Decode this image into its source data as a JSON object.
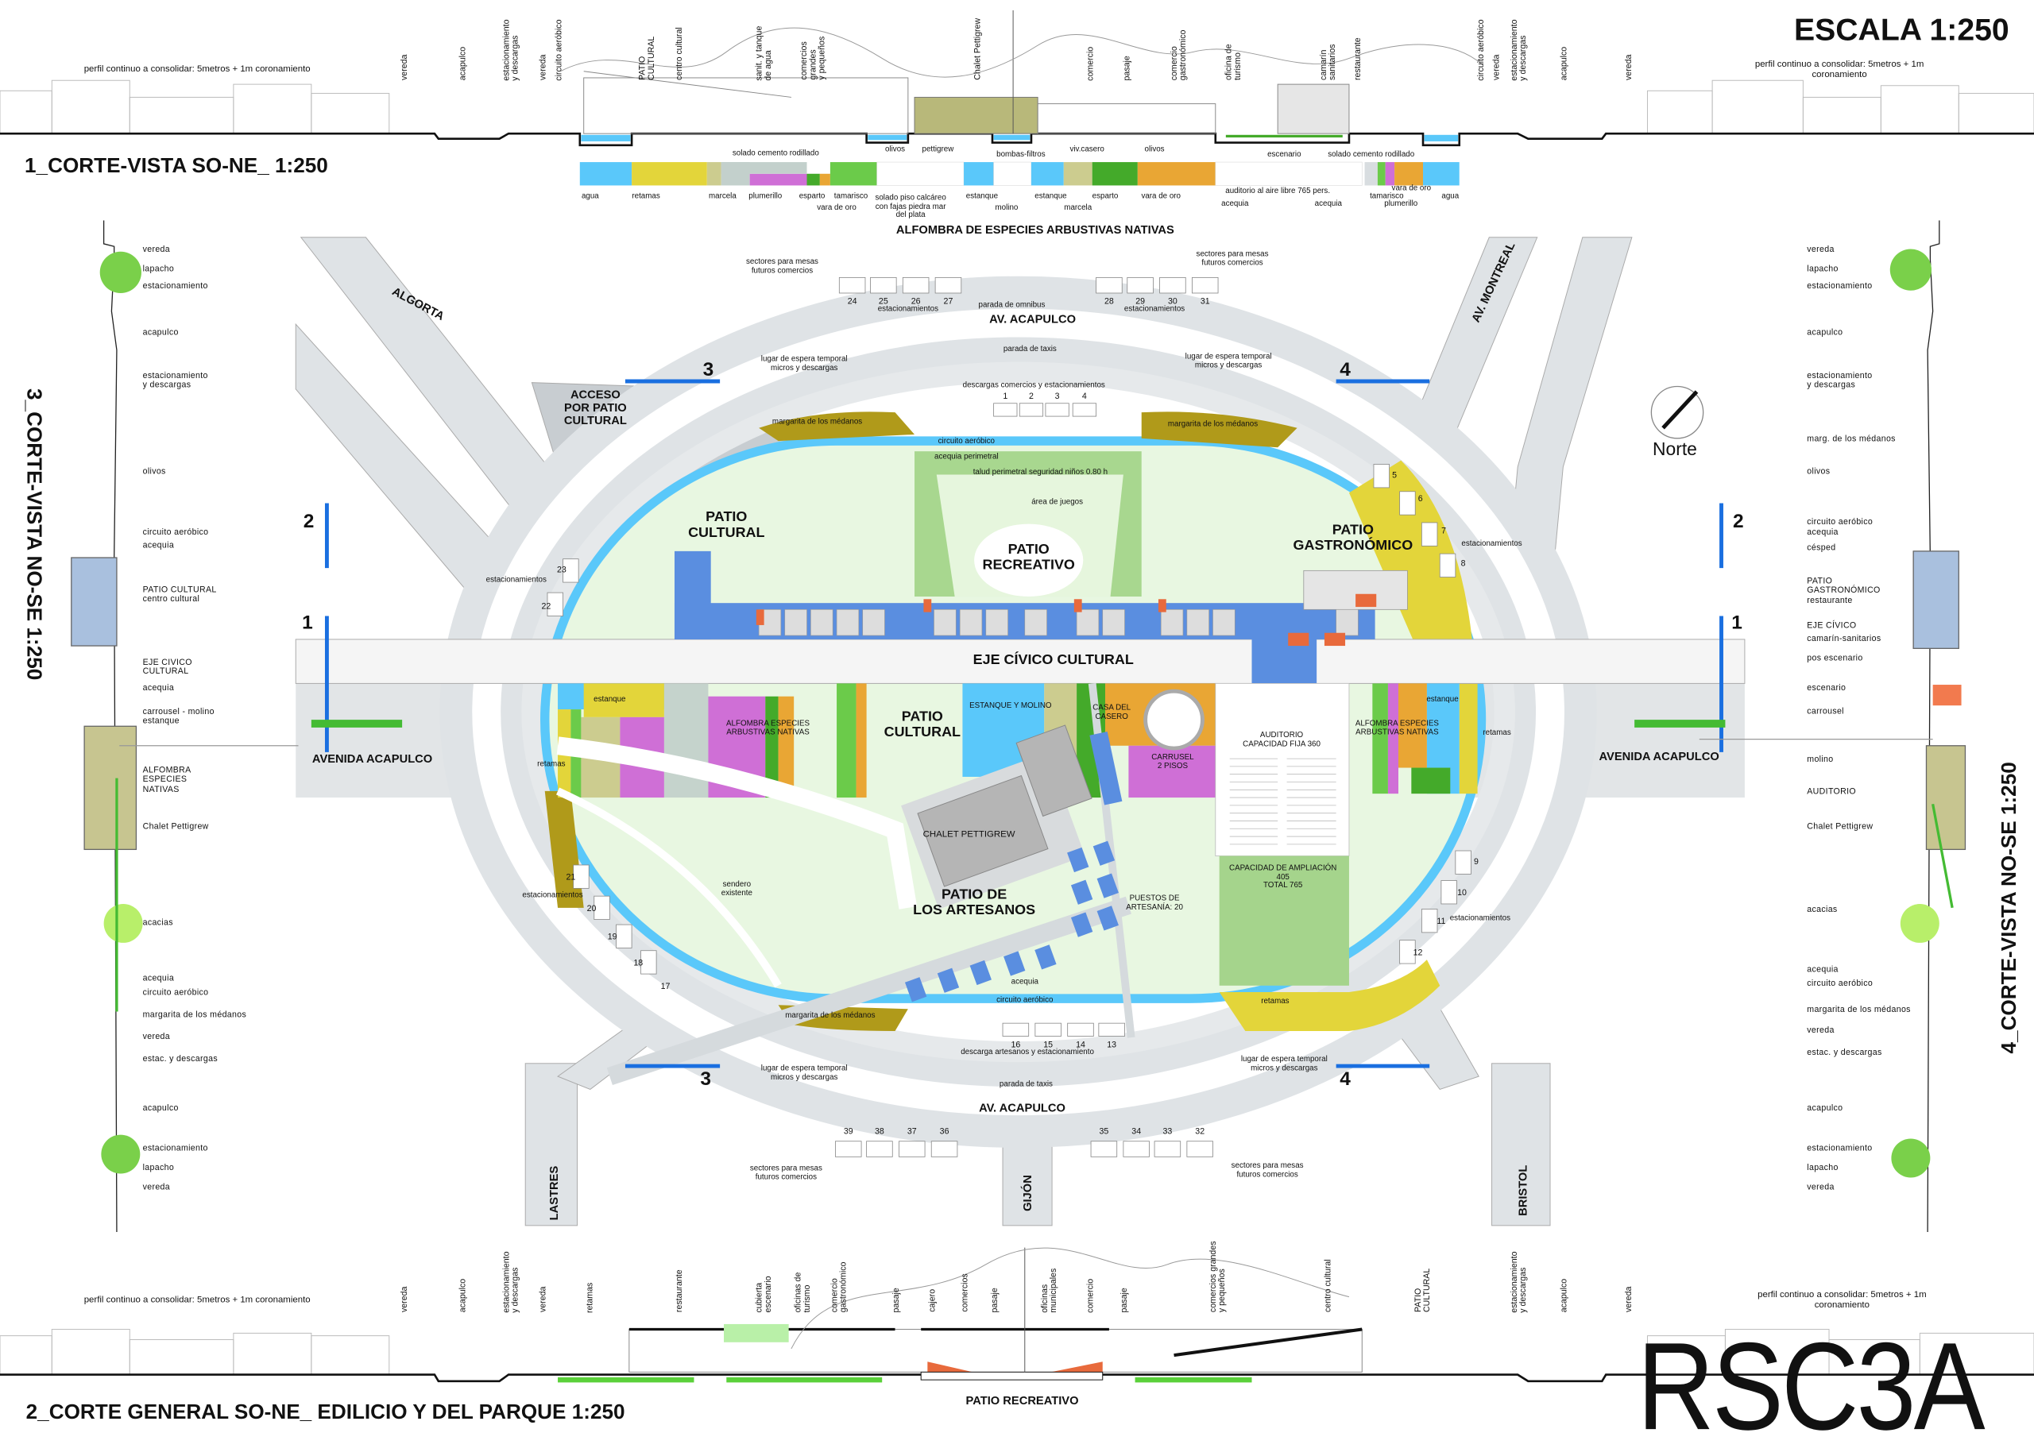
{
  "header": {
    "scale": "ESCALA 1:250",
    "north": "Norte",
    "logo": "RSC3A"
  },
  "section1": {
    "title": "1_CORTE-VISTA SO-NE_ 1:250",
    "perfil_left": "perfil continuo a consolidar: 5metros + 1m coronamiento",
    "perfil_right": "perfil continuo a consolidar: 5metros + 1m coronamiento",
    "vlabels": [
      "vereda",
      "acapulco",
      "estacionamiento\ny descargas",
      "vereda",
      "circuito aeróbico",
      "PATIO\nCULTURAL",
      "centro cultural",
      "sanit. y tanque\nde agua",
      "comercios\ngrandes\ny pequeños",
      "Chalet Pettigrew",
      "comercio",
      "pasaje",
      "comercio\ngastronómico",
      "oficina de\nturismo",
      "camarín\nsanitarios",
      "restaurante",
      "circuito aeróbico",
      "vereda",
      "estacionamiento\ny descargas",
      "acapulco",
      "vereda"
    ],
    "under_labels": [
      "solado cemento rodillado",
      "olivos",
      "pettigrew",
      "bombas-filtros",
      "viv.casero",
      "olivos",
      "escenario",
      "solado cemento rodillado"
    ],
    "legend": [
      {
        "label": "agua",
        "color": "#5ac8fa"
      },
      {
        "label": "retamas",
        "color": "#e3d53a"
      },
      {
        "label": "marcela",
        "color": "#cccc8f"
      },
      {
        "label": "plumerillo",
        "color": "#cf6fd6"
      },
      {
        "label": "esparto",
        "color": "#44aa2a"
      },
      {
        "label": "tamarisco",
        "color": "#6bcb4a"
      },
      {
        "label": "vara de oro",
        "color": "#e9a634"
      },
      {
        "label": "solado piso calcáreo\ncon fajas piedra mar\ndel plata",
        "color": "#ffffff"
      },
      {
        "label": "estanque",
        "color": "#5ac8fa"
      },
      {
        "label": "molino",
        "color": "#ffffff"
      },
      {
        "label": "estanque",
        "color": "#5ac8fa"
      },
      {
        "label": "marcela",
        "color": "#cccc8f"
      },
      {
        "label": "esparto",
        "color": "#44aa2a"
      },
      {
        "label": "vara de oro",
        "color": "#e9a634"
      },
      {
        "label": "auditorio al aire libre 765 pers.",
        "color": "#ffffff"
      },
      {
        "label": "acequia",
        "color": "#5ac8fa"
      },
      {
        "label": "acequia",
        "color": "#5ac8fa"
      },
      {
        "label": "tamarisco",
        "color": "#6bcb4a"
      },
      {
        "label": "vara de oro",
        "color": "#e9a634"
      },
      {
        "label": "plumerillo",
        "color": "#cf6fd6"
      },
      {
        "label": "agua",
        "color": "#5ac8fa"
      }
    ],
    "legend_title": "ALFOMBRA DE ESPECIES ARBUSTIVAS NATIVAS"
  },
  "section2": {
    "title": "2_CORTE GENERAL SO-NE_ EDILICIO Y DEL PARQUE 1:250",
    "patio": "PATIO RECREATIVO",
    "perfil_left": "perfil continuo a consolidar: 5metros + 1m coronamiento",
    "perfil_right": "perfil continuo a consolidar: 5metros + 1m coronamiento",
    "vlabels": [
      "vereda",
      "acapulco",
      "estacionamiento\ny descargas",
      "vereda",
      "retamas",
      "restaurante",
      "cubierta\nescenario",
      "oficinas de\nturismo",
      "comercio\ngastronómico",
      "pasaje",
      "cajero",
      "comercios",
      "pasaje",
      "oficinas\nmunicipales",
      "comercio",
      "pasaje",
      "comercios grandes\ny pequeños",
      "centro cultural",
      "PATIO\nCULTURAL",
      "estacionamiento\ny descargas",
      "acapulco",
      "vereda"
    ]
  },
  "section3": {
    "title": "3_CORTE-VISTA NO-SE 1:250",
    "labels": [
      "vereda",
      "lapacho",
      "estacionamiento",
      "acapulco",
      "estacionamiento\ny descargas",
      "olivos",
      "circuito aeróbico",
      "acequia",
      "PATIO CULTURAL\ncentro cultural",
      "EJE CIVICO\nCULTURAL",
      "acequia",
      "carrousel - molino\nestanque",
      "ALFOMBRA\nESPECIES\nNATIVAS",
      "Chalet Pettigrew",
      "acacias",
      "acequia",
      "circuito aeróbico",
      "margarita de los médanos",
      "vereda",
      "estac. y descargas",
      "acapulco",
      "estacionamiento",
      "lapacho",
      "vereda"
    ]
  },
  "section4": {
    "title": "4_CORTE-VISTA NO-SE 1:250",
    "labels": [
      "vereda",
      "lapacho",
      "estacionamiento",
      "acapulco",
      "estacionamiento\ny descargas",
      "marg. de los médanos",
      "olivos",
      "circuito aeróbico",
      "acequia",
      "césped",
      "PATIO\nGASTRONÓMICO\nrestaurante",
      "EJE CÍVICO",
      "camarín-sanitarios",
      "pos escenario",
      "escenario",
      "carrousel",
      "molino",
      "AUDITORIO",
      "Chalet Pettigrew",
      "acacias",
      "acequia",
      "circuito aeróbico",
      "margarita de los médanos",
      "vereda",
      "estac. y descargas",
      "acapulco",
      "estacionamiento",
      "lapacho",
      "vereda"
    ]
  },
  "plan": {
    "labels": [
      "ALGORTA",
      "AV. MONTREAL",
      "sectores para mesas\nfuturos comercios",
      "sectores para mesas\nfuturos comercios",
      "estacionamientos",
      "estacionamientos",
      "parada de omnibus",
      "AV. ACAPULCO",
      "parada de taxis",
      "lugar de espera temporal\nmicros y descargas",
      "lugar de espera temporal\nmicros y descargas",
      "descargas comercios y estacionamientos",
      "ACCESO\nPOR PATIO\nCULTURAL",
      "margarita de los médanos",
      "margarita de los médanos",
      "circuito aeróbico",
      "acequia perimetral",
      "talud perimetral seguridad niños 0.80 h",
      "área de juegos",
      "PATIO\nCULTURAL",
      "PATIO\nRECREATIVO",
      "PATIO\nGASTRONÓMICO",
      "estacionamientos",
      "estacionamientos",
      "EJE CÍVICO CULTURAL",
      "estanque",
      "estanque",
      "ALFOMBRA ESPECIES\nARBUSTIVAS NATIVAS",
      "ALFOMBRA ESPECIES\nARBUSTIVAS NATIVAS",
      "PATIO\nCULTURAL",
      "ESTANQUE Y MOLINO",
      "CASA DEL\nCASERO",
      "CARRUSEL\n2 PISOS",
      "AUDITORIO\nCAPACIDAD FIJA 360",
      "retamas",
      "retamas",
      "AVENIDA ACAPULCO",
      "AVENIDA ACAPULCO",
      "CHALET PETTIGREW",
      "sendero\nexistente",
      "PATIO DE\nLOS ARTESANOS",
      "PUESTOS DE\nARTESANÍA: 20",
      "CAPACIDAD DE AMPLIACIÓN\n405\nTOTAL 765",
      "estacionamientos",
      "estacionamientos",
      "acequia",
      "circuito aeróbico",
      "margarita de los médanos",
      "retamas",
      "descarga artesanos y estacionamiento",
      "lugar de espera temporal\nmicros y descargas",
      "lugar de espera temporal\nmicros y descargas",
      "parada de taxis",
      "AV. ACAPULCO",
      "sectores para mesas\nfuturos comercios",
      "sectores para mesas\nfuturos comercios",
      "LASTRES",
      "GIJÓN",
      "BRISTOL"
    ],
    "parking_numbers": [
      "24",
      "25",
      "26",
      "27",
      "28",
      "29",
      "30",
      "31",
      "1",
      "2",
      "3",
      "4",
      "5",
      "6",
      "7",
      "8",
      "23",
      "22",
      "21",
      "20",
      "19",
      "18",
      "17",
      "9",
      "10",
      "11",
      "12",
      "16",
      "15",
      "14",
      "13",
      "39",
      "38",
      "37",
      "36",
      "35",
      "34",
      "33",
      "32"
    ],
    "section_marks": [
      "1",
      "1",
      "2",
      "2",
      "3",
      "3",
      "4",
      "4"
    ]
  },
  "colors": {
    "water": "#5ac8fa",
    "retamas": "#e3d53a",
    "margarita": "#b09a1a",
    "building": "#5a8ee0",
    "lawn": "#e8f7e1",
    "road": "#dfe3e6",
    "section_line": "#1a6fe0"
  }
}
